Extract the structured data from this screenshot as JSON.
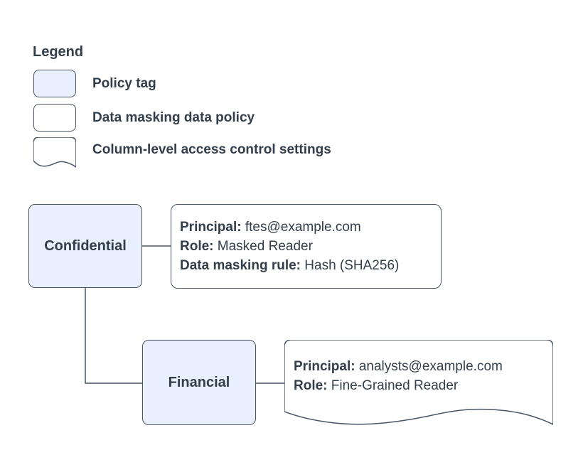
{
  "colors": {
    "policy_tag_fill": "#e8f0fe",
    "shape_stroke": "#4a5565",
    "text": "#333e4b",
    "background": "#ffffff"
  },
  "legend": {
    "title": "Legend",
    "items": [
      {
        "icon": "policy-tag-swatch",
        "label": "Policy tag"
      },
      {
        "icon": "data-policy-swatch",
        "label": "Data masking data policy"
      },
      {
        "icon": "document-swatch",
        "label": "Column-level access control settings"
      }
    ]
  },
  "diagram": {
    "policy_tags": [
      {
        "label": "Confidential"
      },
      {
        "label": "Financial"
      }
    ],
    "data_masking_policy": {
      "lines": [
        {
          "label": "Principal:",
          "value": "ftes@example.com"
        },
        {
          "label": "Role:",
          "value": "Masked Reader"
        },
        {
          "label": "Data masking rule:",
          "value": "Hash (SHA256)"
        }
      ]
    },
    "column_access_settings": {
      "lines": [
        {
          "label": "Principal:",
          "value": "analysts@example.com"
        },
        {
          "label": "Role:",
          "value": "Fine-Grained Reader"
        }
      ]
    }
  }
}
